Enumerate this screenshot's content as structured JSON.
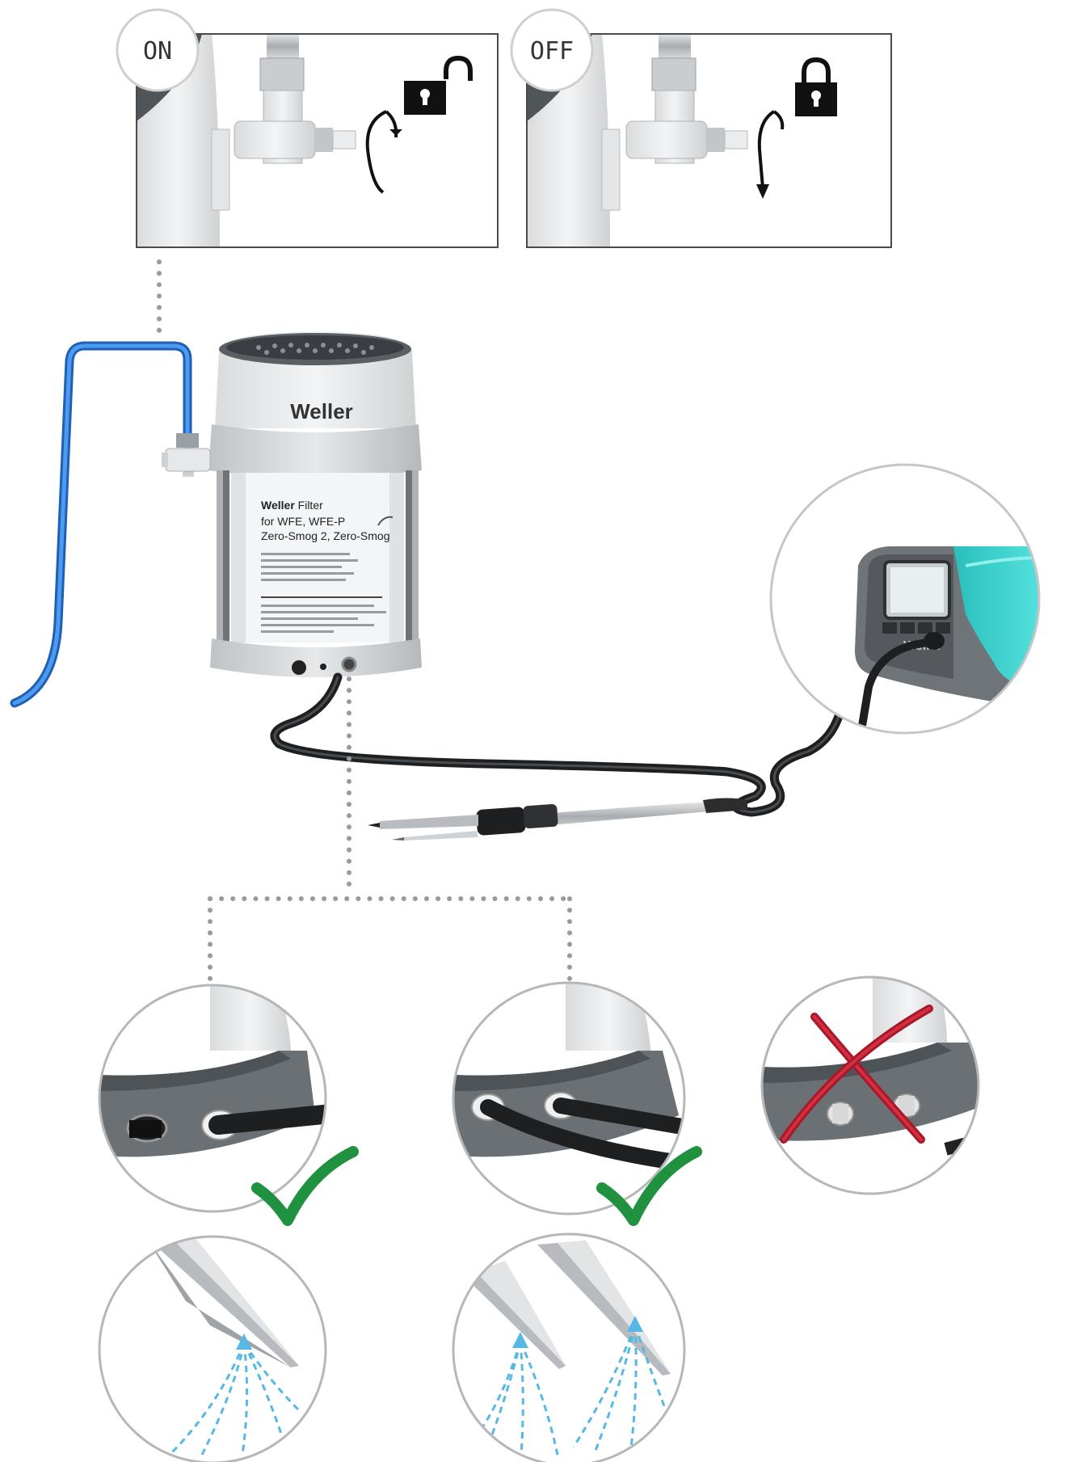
{
  "panels": {
    "on": {
      "badge": "ON",
      "lock_icon": "unlocked-padlock-icon",
      "rotation": "counter-clockwise-arrow"
    },
    "off": {
      "badge": "OFF",
      "lock_icon": "locked-padlock-icon",
      "rotation": "clockwise-down-arrow"
    }
  },
  "filter_unit": {
    "brand_top": "Weller",
    "label_brand": "Weller",
    "label_brand_suffix": "Filter",
    "label_line2": "for WFE, WFE-P",
    "label_line3": "Zero-Smog 2, Zero-Smog"
  },
  "station": {
    "brand": "Weller"
  },
  "status_icons": {
    "check_1": "green-checkmark-icon",
    "check_2": "green-checkmark-icon",
    "cross": "red-x-icon"
  },
  "colors": {
    "hose_blue": "#2f7fd6",
    "check_green": "#2aa24a",
    "cross_red": "#c0202e",
    "station_teal": "#3fd6d2",
    "airflow_blue": "#5bc0e6"
  }
}
